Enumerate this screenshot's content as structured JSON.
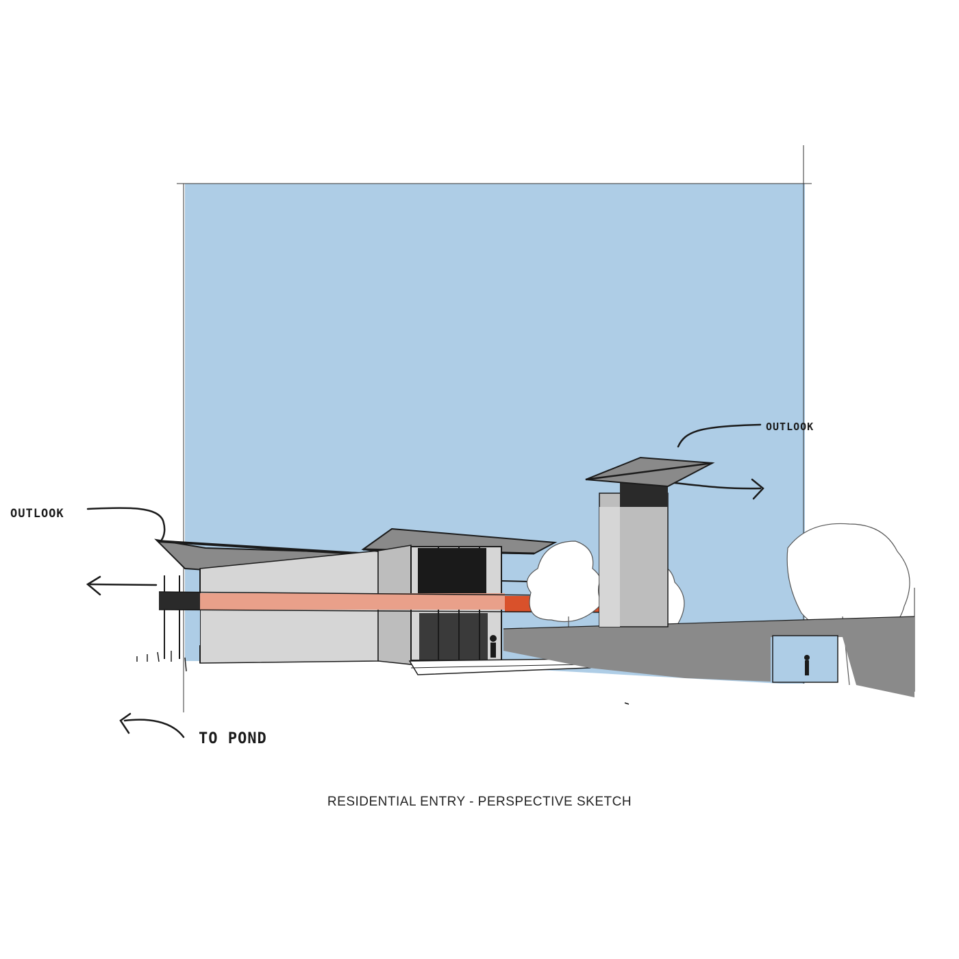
{
  "colors": {
    "sky": "#aecde6",
    "wall_light": "#d6d6d6",
    "wall_mid": "#bdbdbd",
    "wall_dark": "#8a8a8a",
    "ink": "#1a1a1a",
    "accent_band": "#e9a08a",
    "accent_band_dark": "#d9512b",
    "frame_line": "#333333"
  },
  "annotations": {
    "outlook_left": "OUTLOOK",
    "outlook_tower": "OUTLOOK",
    "to_pond": "TO POND"
  },
  "caption": "RESIDENTIAL ENTRY - PERSPECTIVE SKETCH"
}
